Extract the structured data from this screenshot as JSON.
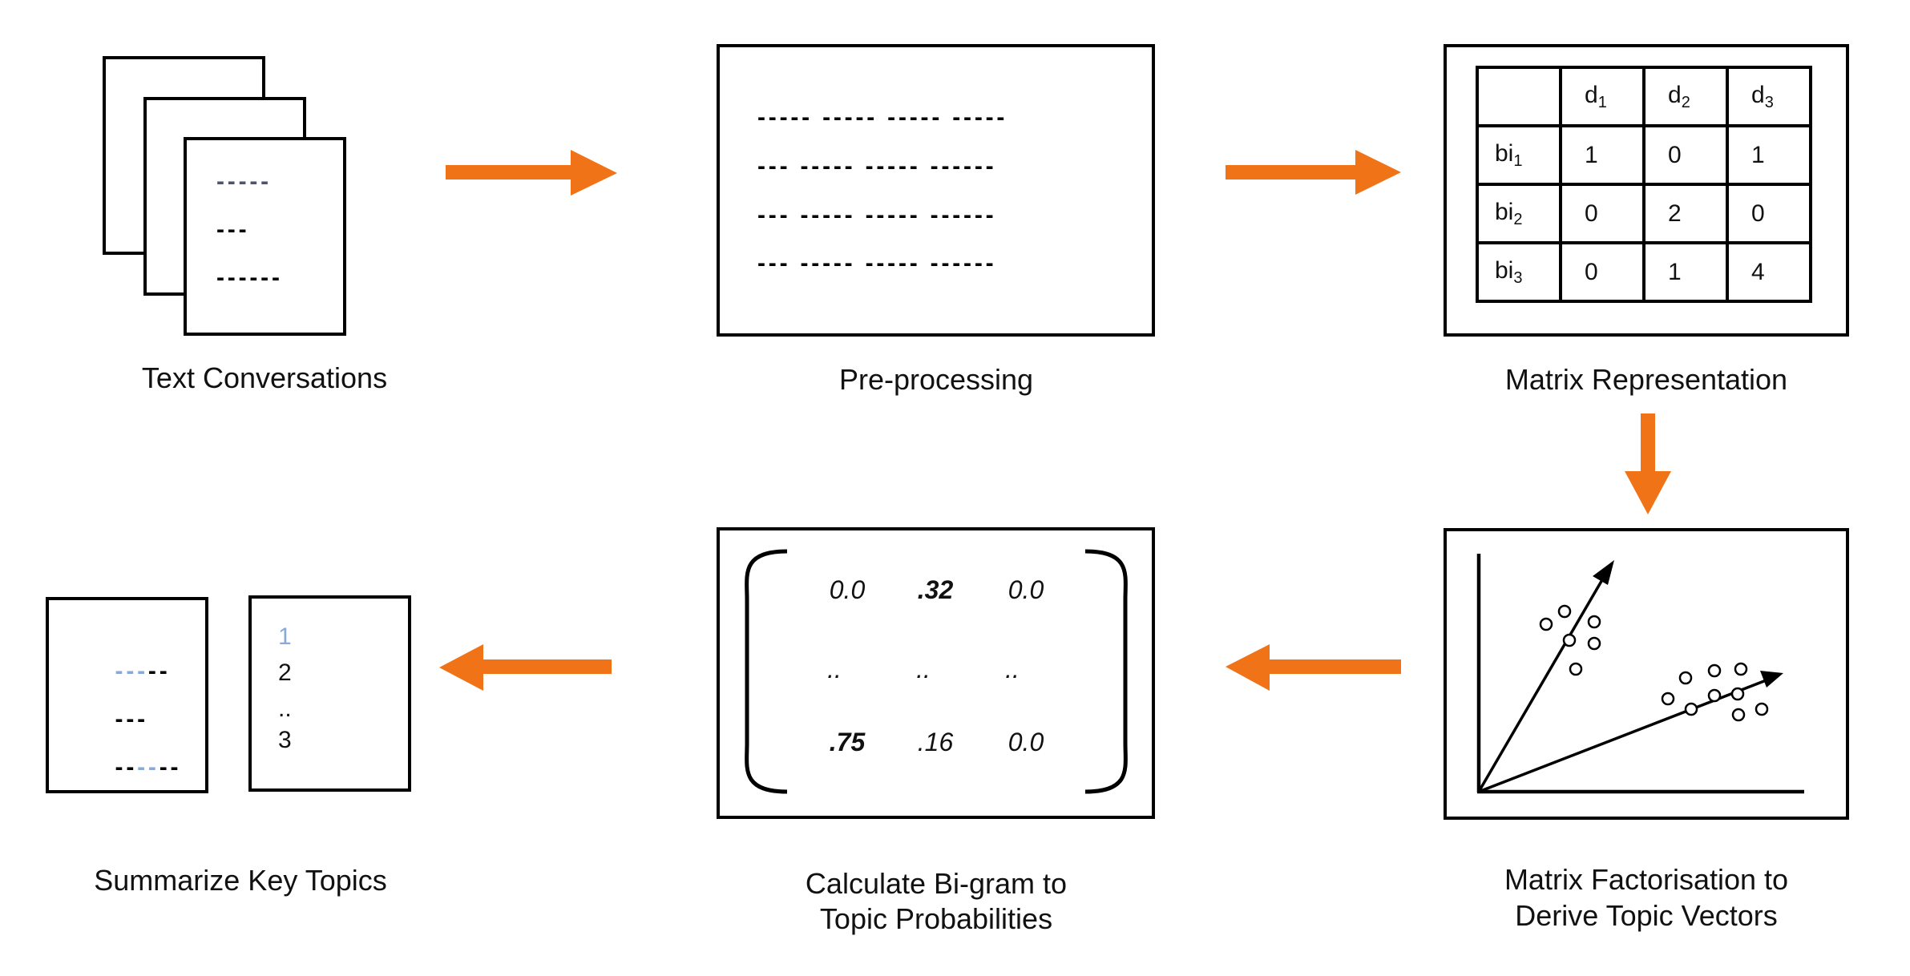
{
  "steps": {
    "text_conversations": {
      "label": "Text Conversations",
      "lines": [
        "-----",
        "---",
        "------"
      ]
    },
    "preprocessing": {
      "label": "Pre-processing",
      "lines": [
        "----- ----- ----- -----",
        "--- ----- ----- ------",
        "--- ----- ----- ------",
        "--- ----- ----- ------"
      ]
    },
    "matrix_representation": {
      "label": "Matrix Representation",
      "columns": [
        "",
        "d",
        "d",
        "d"
      ],
      "column_subs": [
        "",
        "1",
        "2",
        "3"
      ],
      "rows": [
        {
          "head": "bi",
          "sub": "1",
          "values": [
            "1",
            "0",
            "1"
          ]
        },
        {
          "head": "bi",
          "sub": "2",
          "values": [
            "0",
            "2",
            "0"
          ]
        },
        {
          "head": "bi",
          "sub": "3",
          "values": [
            "0",
            "1",
            "4"
          ]
        }
      ]
    },
    "matrix_factorisation": {
      "label_line1": "Matrix Factorisation to",
      "label_line2": "Derive Topic Vectors"
    },
    "bigram_probabilities": {
      "label_line1": "Calculate Bi-gram to",
      "label_line2": "Topic Probabilities",
      "rows": [
        [
          "0.0",
          ".32",
          "0.0"
        ],
        [
          "..",
          "..",
          ".."
        ],
        [
          ".75",
          ".16",
          "0.0"
        ]
      ],
      "bold_cells": [
        [
          0,
          1
        ],
        [
          2,
          0
        ]
      ]
    },
    "summarize": {
      "label": "Summarize Key Topics",
      "doc_lines": [
        {
          "blue": "---",
          "black": "--"
        },
        {
          "blue": "",
          "black": "---"
        },
        {
          "black_pre": "--",
          "blue": "--",
          "black": "--"
        }
      ],
      "list_items": [
        "1",
        "2",
        "..",
        "3"
      ]
    }
  },
  "colors": {
    "arrow": "#f07318",
    "highlight_blue": "#8aa8d8",
    "outline": "#000000"
  },
  "icons": [
    "document-stack-icon",
    "scatter-vectors-icon",
    "right-arrow",
    "down-arrow",
    "left-arrow"
  ]
}
